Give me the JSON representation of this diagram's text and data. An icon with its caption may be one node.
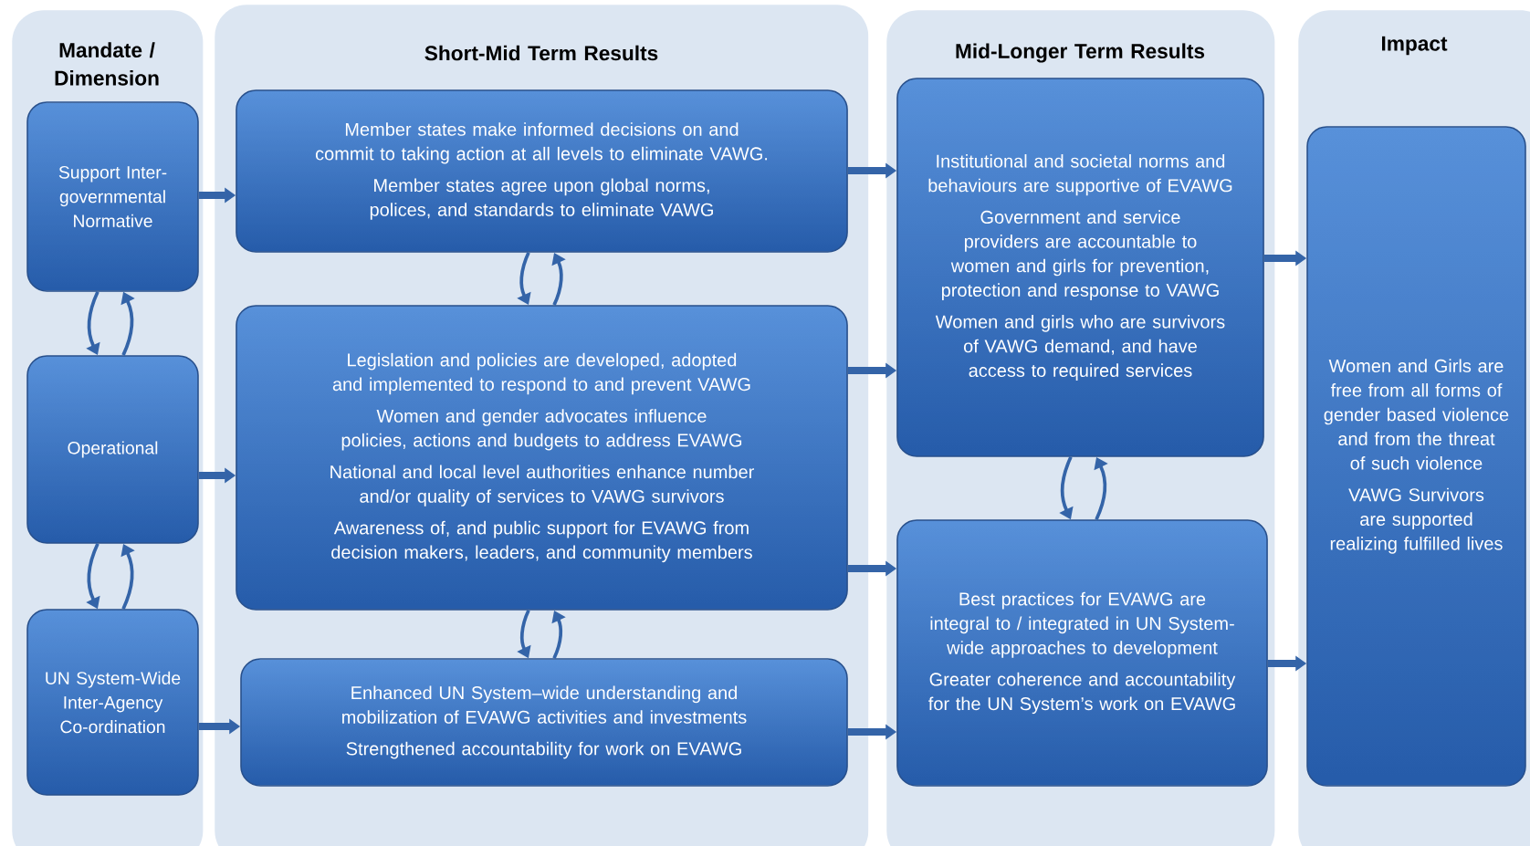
{
  "diagram": {
    "nodes": [
      {
        "text": [
          "Mandate / Dimension"
        ]
      },
      {
        "text": [
          "Support Inter-governmental Normative"
        ],
        "in": 0
      },
      {
        "text": [
          "Operational"
        ],
        "in": 0
      },
      {
        "text": [
          "UN System-Wide Inter-Agency Co-ordination"
        ],
        "in": 0
      },
      {
        "text": [
          "Short-Mid Term Results"
        ]
      },
      {
        "text": [
          "Member states make informed decisions on and commit to taking action at all levels to eliminate VAWG.",
          "Member states agree upon global norms, polices, and standards to eliminate VAWG"
        ],
        "in": 4
      },
      {
        "text": [
          "Legislation and policies are developed, adopted and implemented to respond to and prevent VAWG",
          "Women and gender advocates influence policies, actions and budgets to address EVAWG",
          "National and local level authorities enhance number and/or quality of services to VAWG survivors",
          "Awareness of, and public support for EVAWG from decision makers, leaders, and community members"
        ],
        "in": 4
      },
      {
        "text": [
          "Enhanced UN System–wide understanding and mobilization of EVAWG activities and investments",
          "Strengthened accountability for work on EVAWG"
        ],
        "in": 4
      },
      {
        "text": [
          "Mid-Longer Term Results"
        ]
      },
      {
        "text": [
          "Institutional and societal norms and behaviours are supportive of EVAWG",
          "Government and service providers are accountable to women and girls for prevention, protection and response to VAWG",
          "Women and girls who are survivors of VAWG demand, and have access to required services"
        ],
        "in": 8
      },
      {
        "text": [
          "Best practices for EVAWG are integral to / integrated in UN System-wide approaches to development",
          "Greater coherence and accountability for the UN System’s work on EVAWG"
        ],
        "in": 8
      },
      {
        "text": [
          "Impact"
        ]
      },
      {
        "text": [
          "Women and Girls are free from all forms of gender based violence and from the threat of such violence",
          "VAWG Survivors are supported realizing fulfilled lives"
        ],
        "in": 11
      }
    ],
    "edges": [
      {
        "from": 1,
        "to": 5,
        "arrow": "to",
        "style": "thick"
      },
      {
        "from": 2,
        "to": 6,
        "arrow": "to",
        "style": "thick"
      },
      {
        "from": 3,
        "to": 7,
        "arrow": "to",
        "style": "thick"
      },
      {
        "from": 5,
        "to": 9,
        "arrow": "to",
        "style": "thick"
      },
      {
        "from": 6,
        "to": 9,
        "arrow": "to",
        "style": "thick"
      },
      {
        "from": 6,
        "to": 10,
        "arrow": "to",
        "style": "thick"
      },
      {
        "from": 7,
        "to": 10,
        "arrow": "to",
        "style": "thick"
      },
      {
        "from": 9,
        "to": 12,
        "arrow": "to",
        "style": "thick"
      },
      {
        "from": 10,
        "to": 12,
        "arrow": "to",
        "style": "thick"
      },
      {
        "from": 1,
        "to": 2,
        "arrow": "to"
      },
      {
        "from": 2,
        "to": 1,
        "arrow": "to"
      },
      {
        "from": 2,
        "to": 3,
        "arrow": "to"
      },
      {
        "from": 3,
        "to": 2,
        "arrow": "to"
      },
      {
        "from": 5,
        "to": 6,
        "arrow": "to"
      },
      {
        "from": 6,
        "to": 5,
        "arrow": "to"
      },
      {
        "from": 6,
        "to": 7,
        "arrow": "to"
      },
      {
        "from": 7,
        "to": 6,
        "arrow": "to"
      },
      {
        "from": 9,
        "to": 10,
        "arrow": "to"
      },
      {
        "from": 10,
        "to": 9,
        "arrow": "to"
      }
    ]
  }
}
